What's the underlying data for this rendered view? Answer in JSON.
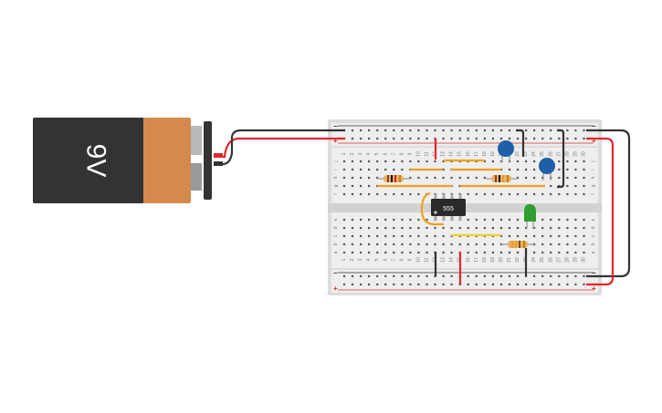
{
  "battery": {
    "label": "9V",
    "body_color": "#333333",
    "cap_color": "#d48a4c"
  },
  "chip": {
    "label": "555"
  },
  "breadboard": {
    "columns": 30,
    "top_row_letters": [
      "j",
      "i",
      "h",
      "g",
      "f"
    ],
    "bottom_row_letters": [
      "e",
      "d",
      "c",
      "b",
      "a"
    ],
    "rail_minus": "−",
    "rail_plus": "+"
  },
  "colors": {
    "wire_red": "#e0272a",
    "wire_black": "#333333",
    "jumper_orange": "#f0a020",
    "jumper_yellow": "#e8d030",
    "capacitor_blue": "#1d5fa8",
    "led_green": "#2e9e2e",
    "resistor_body": "#e8b068"
  }
}
